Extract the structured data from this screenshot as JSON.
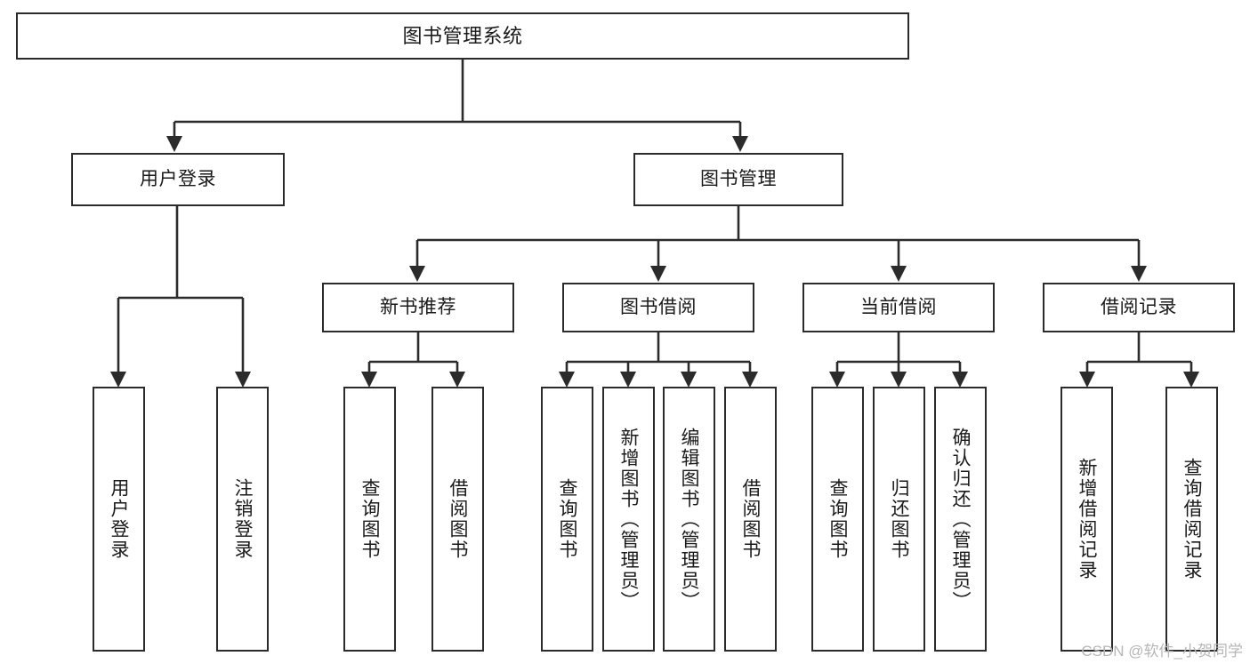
{
  "diagram": {
    "title": "图书管理系统",
    "type": "tree-hierarchy",
    "watermark": "CSDN @软件_小贺同学",
    "colors": {
      "stroke": "#2b2b2b",
      "fill": "#ffffff",
      "text": "#1a1a1a",
      "watermark": "#b6b6b6"
    },
    "nodes": {
      "root": {
        "label": "图书管理系统",
        "level": 1
      },
      "l2": [
        {
          "id": "user-login",
          "label": "用户登录",
          "level": 2
        },
        {
          "id": "book-manage",
          "label": "图书管理",
          "level": 2
        }
      ],
      "l3": [
        {
          "id": "new-book-recommend",
          "label": "新书推荐",
          "level": 3
        },
        {
          "id": "book-borrow",
          "label": "图书借阅",
          "level": 3
        },
        {
          "id": "current-borrow",
          "label": "当前借阅",
          "level": 3
        },
        {
          "id": "borrow-record",
          "label": "借阅记录",
          "level": 3
        }
      ],
      "leaves": {
        "user-login": [
          {
            "id": "leaf-user-login",
            "label": "用户登录"
          },
          {
            "id": "leaf-user-logout",
            "label": "注销登录"
          }
        ],
        "new-book-recommend": [
          {
            "id": "leaf-query-book-1",
            "label": "查询图书"
          },
          {
            "id": "leaf-borrow-book-1",
            "label": "借阅图书"
          }
        ],
        "book-borrow": [
          {
            "id": "leaf-query-book-2",
            "label": "查询图书"
          },
          {
            "id": "leaf-add-book",
            "label": "新增图书（管理员）"
          },
          {
            "id": "leaf-edit-book",
            "label": "编辑图书（管理员）"
          },
          {
            "id": "leaf-borrow-book-2",
            "label": "借阅图书"
          }
        ],
        "current-borrow": [
          {
            "id": "leaf-query-book-3",
            "label": "查询图书"
          },
          {
            "id": "leaf-return-book",
            "label": "归还图书"
          },
          {
            "id": "leaf-confirm-return",
            "label": "确认归还（管理员）"
          }
        ],
        "borrow-record": [
          {
            "id": "leaf-add-record",
            "label": "新增借阅记录"
          },
          {
            "id": "leaf-query-record",
            "label": "查询借阅记录"
          }
        ]
      }
    }
  }
}
